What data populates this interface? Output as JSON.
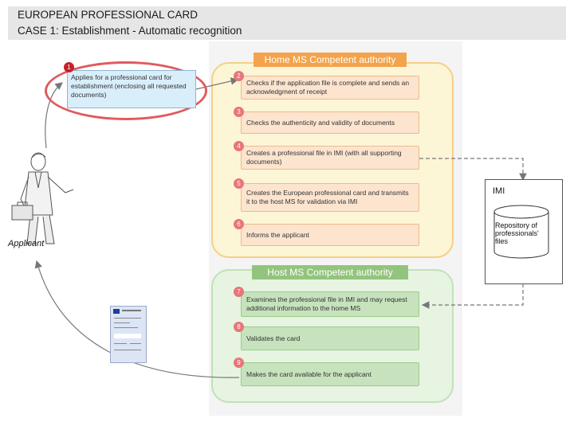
{
  "header": {
    "title": "EUROPEAN PROFESSIONAL CARD",
    "subtitle": "CASE 1: Establishment - Automatic recognition"
  },
  "home_authority": {
    "title": "Home MS Competent authority",
    "steps": [
      {
        "num": "2",
        "text": "Checks if the application file is complete and sends an acknowledgment of receipt"
      },
      {
        "num": "3",
        "text": "Checks the authenticity and validity of documents"
      },
      {
        "num": "4",
        "text": "Creates a professional file in IMI (with all supporting documents)"
      },
      {
        "num": "5",
        "text": "Creates the European professional card and transmits it to the host MS for validation via IMI"
      },
      {
        "num": "6",
        "text": "Informs the applicant"
      }
    ]
  },
  "host_authority": {
    "title": "Host MS Competent authority",
    "steps": [
      {
        "num": "7",
        "text": "Examines the professional file in IMI and may request additional information to the home MS"
      },
      {
        "num": "8",
        "text": "Validates the card"
      },
      {
        "num": "9",
        "text": "Makes the card available for the applicant"
      }
    ]
  },
  "applicant": {
    "label": "Applicant",
    "step": {
      "num": "1",
      "text": "Applies for a professional card for establishment (enclosing all requested documents)"
    }
  },
  "imi": {
    "label": "IMI",
    "repository": "Repository of professionals' files"
  },
  "colors": {
    "home_fill": "#fcf6d6",
    "home_border": "#f6cf86",
    "home_title": "#f3a34c",
    "host_fill": "#e6f4e1",
    "host_title": "#93c47d",
    "step_number": "#e8757a",
    "highlight": "#e05a5f"
  }
}
